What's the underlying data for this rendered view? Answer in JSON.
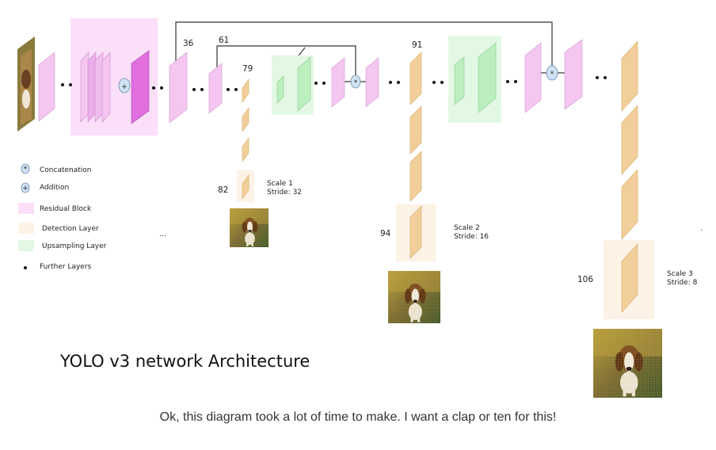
{
  "diagram": {
    "labels": {
      "l36": "36",
      "l61": "61",
      "l79": "79",
      "l91": "91",
      "l82": "82",
      "l94": "94",
      "l106": "106"
    },
    "scales": [
      {
        "scale": "Scale 1",
        "stride": "Stride: 32"
      },
      {
        "scale": "Scale 2",
        "stride": "Stride: 16"
      },
      {
        "scale": "Scale 3",
        "stride": "Stride: 8"
      }
    ],
    "operators": {
      "concat": "*",
      "add": "+"
    },
    "ellipsis": "...",
    "period": "."
  },
  "legend": [
    {
      "label": "Concatenation"
    },
    {
      "label": "Addition"
    },
    {
      "label": "Residual Block"
    },
    {
      "label": "Detection Layer"
    },
    {
      "label": "Upsampling Layer"
    },
    {
      "label": "Further Layers"
    }
  ],
  "title": "YOLO v3 network Architecture",
  "caption": "Ok, this diagram took a lot of time to make. I want a clap or ten for this!",
  "colors": {
    "conv": "#f4c6f0",
    "residual_bg": "#fbdff9",
    "residual_layer": "#e16fe0",
    "detection": "#f2cf9a",
    "detection_bg": "#fdf2e6",
    "upsample": "#bcefbf",
    "upsample_bg": "#e3f8e4",
    "operator": "#cfe2f3"
  }
}
